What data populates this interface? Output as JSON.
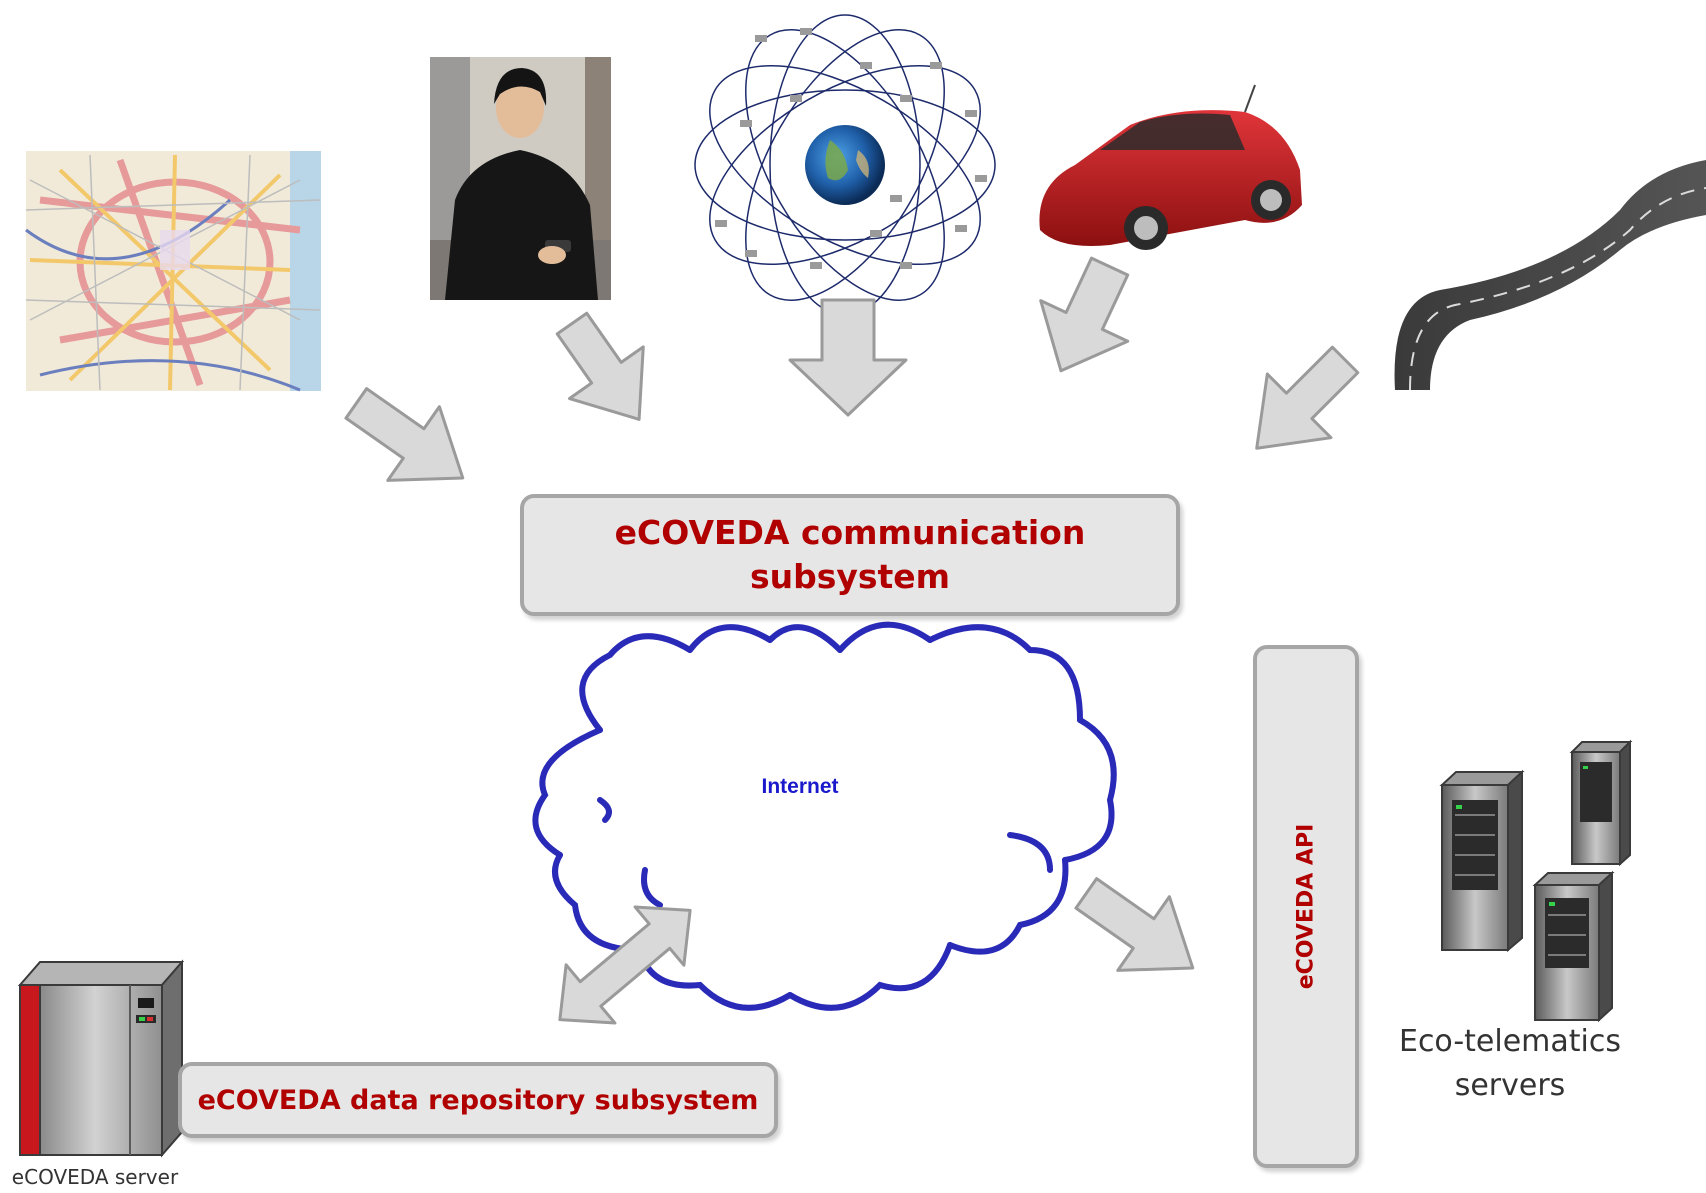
{
  "diagram": {
    "communication_subsystem": {
      "line1": "eCOVEDA communication",
      "line2": "subsystem"
    },
    "repository_subsystem": "eCOVEDA data repository subsystem",
    "api": "eCOVEDA API",
    "internet": "Internet",
    "eco_telematics": {
      "line1": "Eco-telematics",
      "line2": "servers"
    },
    "server_caption": "eCOVEDA server"
  },
  "colors": {
    "title_red": "#b00000",
    "box_fill": "#e6e6e6",
    "box_border": "#a6a6a6",
    "cloud_blue": "#2a2ab8",
    "arrow_fill": "#d9d9d9",
    "arrow_stroke": "#9a9a9a"
  }
}
